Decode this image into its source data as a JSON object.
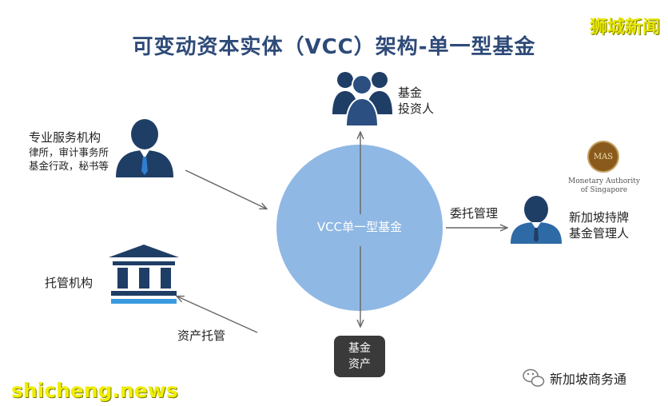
{
  "title": "可变动资本实体（VCC）架构-单一型基金",
  "watermark_top": "狮城新闻",
  "watermark_bottom": "shicheng.news",
  "center": {
    "label": "VCC单一型基金"
  },
  "investor": {
    "line1": "基金",
    "line2": "投资人"
  },
  "service": {
    "title": "专业服务机构",
    "line1": "律所，审计事务所",
    "line2": "基金行政，秘书等"
  },
  "custodian": {
    "label": "托管机构"
  },
  "custody_arrow_label": "资产托管",
  "mandate_label": "委托管理",
  "manager": {
    "line1": "新加坡持牌",
    "line2": "基金管理人"
  },
  "mas": {
    "logo_text": "MAS",
    "line1": "Monetary Authority",
    "line2": "of Singapore"
  },
  "assets": {
    "line1": "基金",
    "line2": "资产"
  },
  "wechat": {
    "account": "新加坡商务通"
  },
  "colors": {
    "circle": "#90b8e4",
    "icon": "#1f3e66",
    "title": "#2e4a78"
  }
}
